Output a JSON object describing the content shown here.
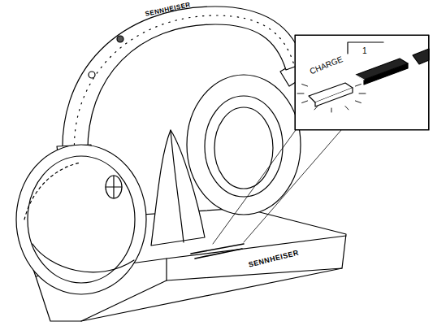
{
  "diagram": {
    "nodes": [
      {
        "text": [
          "CHARGE",
          "1"
        ]
      }
    ],
    "labels": [
      "SENNHEISER",
      "SENNHEISER"
    ]
  }
}
